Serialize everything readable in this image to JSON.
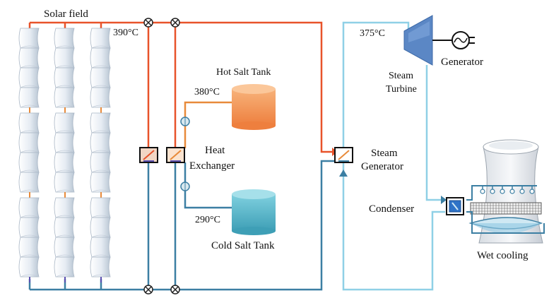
{
  "labels": {
    "solar_field": "Solar field",
    "hot_outlet_temp": "390°C",
    "hot_salt_tank": "Hot Salt Tank",
    "hot_salt_temp": "380°C",
    "heat_exchanger_line1": "Heat",
    "heat_exchanger_line2": "Exchanger",
    "cold_salt_temp": "290°C",
    "cold_salt_tank": "Cold Salt Tank",
    "steam_temp": "375°C",
    "steam_turbine_line1": "Steam",
    "steam_turbine_line2": "Turbine",
    "generator": "Generator",
    "steam_generator_line1": "Steam",
    "steam_generator_line2": "Generator",
    "condenser": "Condenser",
    "wet_cooling": "Wet cooling"
  },
  "colors": {
    "hot_line": "#e8532a",
    "salt_hot_line": "#e88a3a",
    "cold_line": "#3c7fa3",
    "steam_line": "#8fd0e6",
    "hot_tank": "#f29a50",
    "cold_tank": "#4fb5c9",
    "turbine": "#5b87c5",
    "collector": "#dfe6ee"
  }
}
